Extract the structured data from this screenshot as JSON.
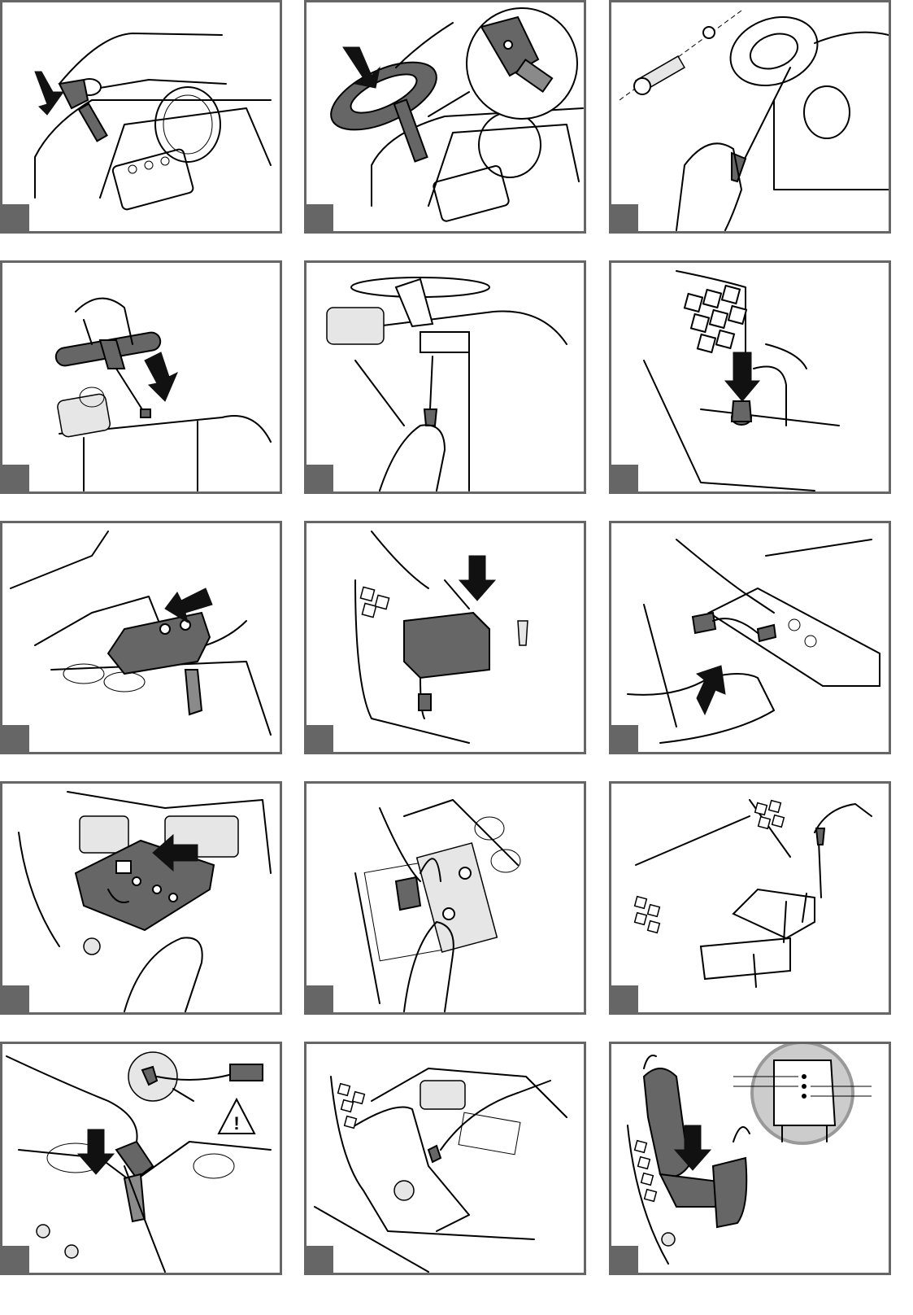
{
  "panels": [
    {
      "id": 1,
      "step_label": "",
      "icon": "lift-lever-illustration"
    },
    {
      "id": 2,
      "step_label": "",
      "icon": "steering-wheel-mount-illustration"
    },
    {
      "id": 3,
      "step_label": "",
      "icon": "steering-bolt-screwdriver-illustration"
    },
    {
      "id": 4,
      "step_label": "",
      "icon": "shift-lever-insert-illustration"
    },
    {
      "id": 5,
      "step_label": "",
      "icon": "shift-lever-screw-illustration"
    },
    {
      "id": 6,
      "step_label": "",
      "icon": "knob-press-illustration"
    },
    {
      "id": 7,
      "step_label": "",
      "icon": "battery-cover-slide-illustration"
    },
    {
      "id": 8,
      "step_label": "",
      "icon": "battery-insert-illustration"
    },
    {
      "id": 9,
      "step_label": "",
      "icon": "battery-cover-connector-illustration"
    },
    {
      "id": 10,
      "step_label": "",
      "icon": "battery-tray-slide-illustration"
    },
    {
      "id": 11,
      "step_label": "",
      "icon": "connector-plug-illustration"
    },
    {
      "id": 12,
      "step_label": "",
      "icon": "cover-screws-illustration"
    },
    {
      "id": 13,
      "step_label": "",
      "icon": "fuse-connector-warning-illustration"
    },
    {
      "id": 14,
      "step_label": "",
      "icon": "screw-fasten-illustration"
    },
    {
      "id": 15,
      "step_label": "",
      "icon": "seat-install-illustration"
    }
  ],
  "colors": {
    "frame": "#666666",
    "fill_dark": "#666666",
    "background": "#ffffff"
  }
}
